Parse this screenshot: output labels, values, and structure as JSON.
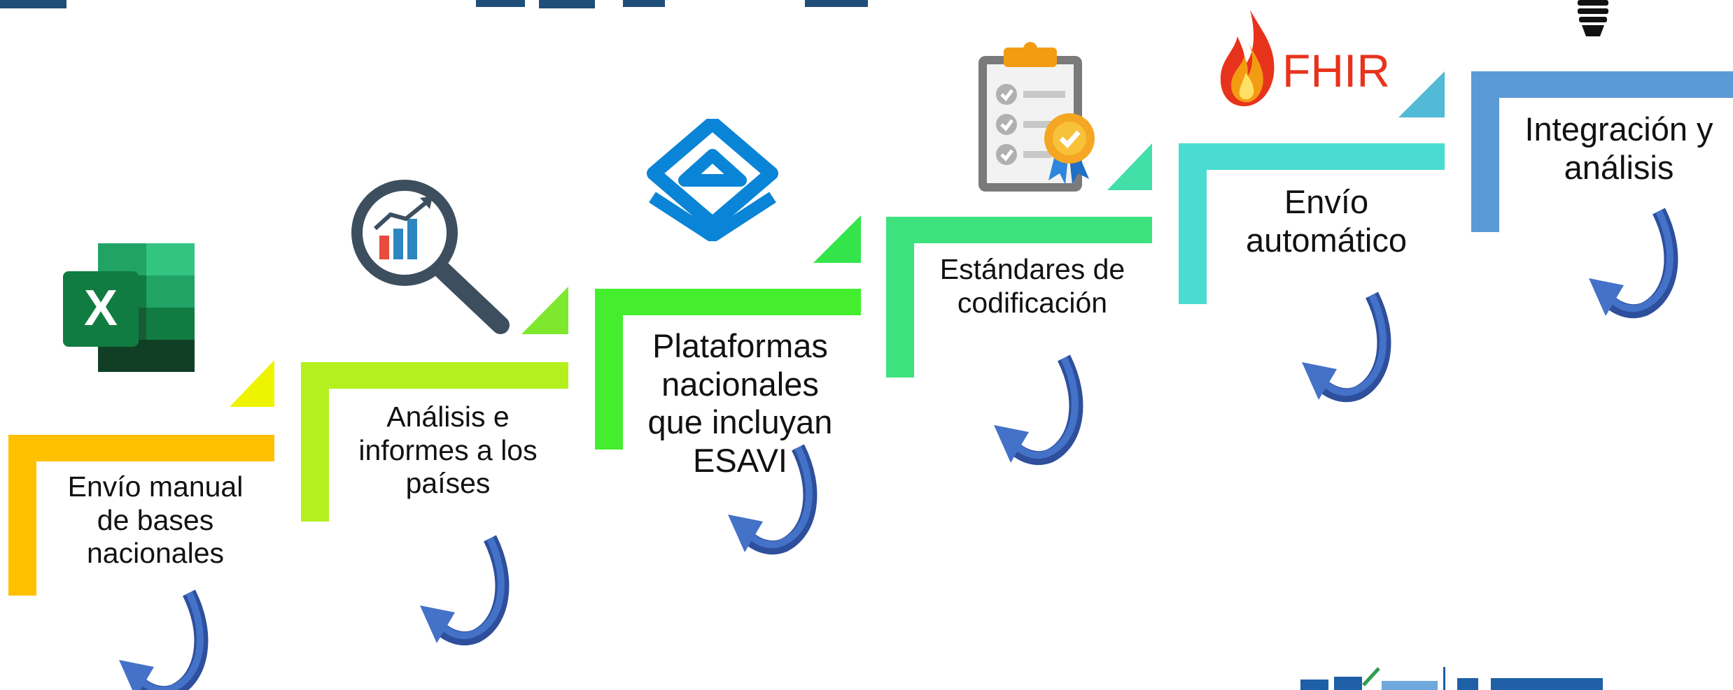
{
  "colors": {
    "step1": "#FFC000",
    "step2": "#B4F01E",
    "step3": "#44EE2E",
    "step4": "#3DE27E",
    "step5": "#4ADCD0",
    "step6": "#5B9BD5",
    "arrow": "#3A6CC4",
    "title": "#1F4E79"
  },
  "steps": [
    {
      "label": "Envío manual\nde bases\nnacionales",
      "icon": "excel-icon"
    },
    {
      "label": "Análisis e\ninformes a los\npaíses",
      "icon": "magnifier-chart-icon"
    },
    {
      "label": "Plataformas\nnacionales\nque incluyan\nESAVI",
      "icon": "layers-platform-icon"
    },
    {
      "label": "Estándares de\ncodificación",
      "icon": "clipboard-checklist-icon"
    },
    {
      "label": "Envío\nautomático",
      "icon": "fhir-flame-icon"
    },
    {
      "label": "Integración y\nanálisis",
      "icon": "lightbulb-icon"
    }
  ],
  "fhir_logo_text": "FHIR"
}
